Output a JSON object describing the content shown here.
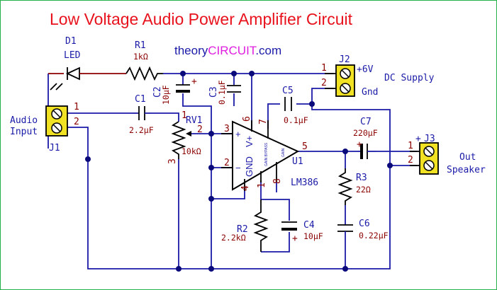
{
  "title": "Low Voltage Audio Power Amplifier Circuit",
  "brand": {
    "prefix": "theory",
    "highlight": "CIRCUIT",
    "suffix": ".com"
  },
  "colors": {
    "title": "#e8121d",
    "wire": "#1a1aa8",
    "component": "#8b0000",
    "brand_prefix": "#1a1aa8",
    "brand_highlight": "#e01ee0",
    "terminal": "#f2e224",
    "frame": "#24b14a"
  },
  "components": {
    "d1": {
      "ref": "D1",
      "value": "LED"
    },
    "r1": {
      "ref": "R1",
      "value": "1kΩ"
    },
    "c1": {
      "ref": "C1",
      "value": "2.2μF"
    },
    "c2": {
      "ref": "C2",
      "value": "10μF"
    },
    "c3": {
      "ref": "C3",
      "value": "0.1μF"
    },
    "c4": {
      "ref": "C4",
      "value": "10μF"
    },
    "c5": {
      "ref": "C5",
      "value": "0.1μF"
    },
    "c6": {
      "ref": "C6",
      "value": "0.22μF"
    },
    "c7": {
      "ref": "C7",
      "value": "220μF"
    },
    "r2": {
      "ref": "R2",
      "value": "2.2kΩ"
    },
    "r3": {
      "ref": "R3",
      "value": "22Ω"
    },
    "rv1": {
      "ref": "RV1",
      "value": "10kΩ"
    },
    "u1": {
      "ref": "U1",
      "part": "LM386",
      "gnd_label": "GND",
      "vplus_label": "V+",
      "gain_bypass_label": "GAIN BYPASS",
      "gain_label": "GAIN"
    },
    "j1": {
      "ref": "J1",
      "label": [
        "Audio",
        "Input"
      ]
    },
    "j2": {
      "ref": "J2",
      "label": "DC Supply",
      "plus": "+6V",
      "gnd": "Gnd"
    },
    "j3": {
      "ref": "J3",
      "plus": "+",
      "label": [
        "Out",
        "Speaker"
      ]
    }
  },
  "pins": {
    "j1_1": "1",
    "j1_2": "2",
    "j2_1": "1",
    "j2_2": "2",
    "j3_1": "1",
    "j3_2": "2",
    "rv1_1": "1",
    "rv1_2": "2",
    "rv1_3": "3",
    "u1_1": "1",
    "u1_2": "2",
    "u1_3": "3",
    "u1_4": "4",
    "u1_5": "5",
    "u1_6": "6",
    "u1_7": "7",
    "u1_8": "8",
    "u1_plus": "+",
    "u1_minus": "−"
  }
}
